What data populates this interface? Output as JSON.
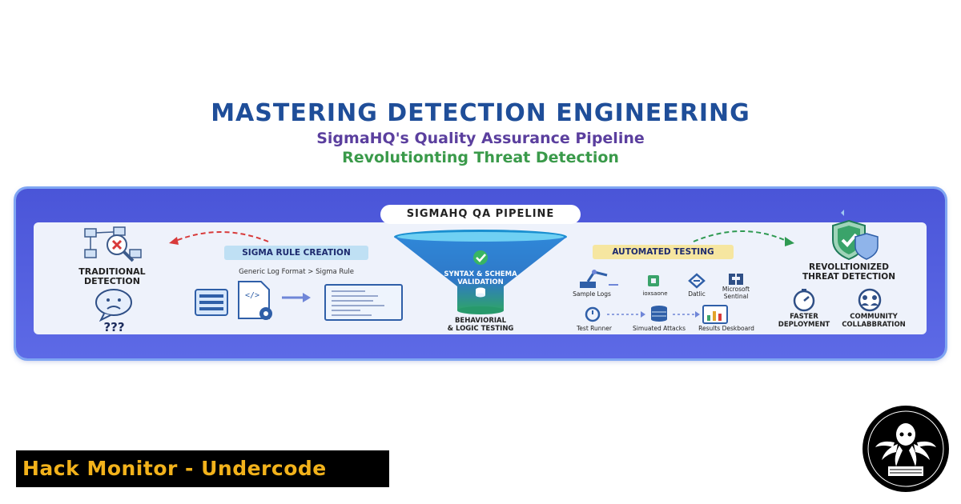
{
  "header": {
    "title": "MASTERING DETECTION ENGINEERING",
    "subtitle": "SigmaHQ's Quality Assurance Pipeline",
    "tagline": "Revolutionting Threat Detection"
  },
  "pipeline": {
    "label": "SIGMAHQ QA PIPELINE",
    "traditional": {
      "label_line1": "TRADITIONAL",
      "label_line2": "DETECTION",
      "question": "???"
    },
    "rule_creation": {
      "label": "SIGMA RULE CREATION",
      "caption": "Generic Log Format > Sigma Rule"
    },
    "funnel": {
      "label_line1": "SYNTAX & SCHEMA",
      "label_line2": "VALIDATION",
      "bottom_line1": "BEHAVIORIAL",
      "bottom_line2": "& LOGIC TESTING"
    },
    "testing": {
      "label": "AUTOMATED TESTING",
      "tools": [
        "Sample Logs",
        "ioxsaone",
        "Datlic",
        "Microsoft Sentinal"
      ],
      "steps": [
        "Test Runner",
        "Simuated Attacks",
        "Results Deskboard"
      ]
    },
    "result": {
      "label_line1": "REVOLLTIONIZED",
      "label_line2": "THREAT DETECTION",
      "benefits": [
        {
          "line1": "FASTER",
          "line2": "DEPLOYMENT"
        },
        {
          "line1": "COMMUNITY",
          "line2": "COLLABBRATION"
        }
      ]
    }
  },
  "footer": {
    "brand": "Hack Monitor - Undercode"
  },
  "colors": {
    "title": "#1f4e99",
    "subtitle": "#5b3f9e",
    "tagline": "#3a9a4a",
    "panel": "#4a55d8",
    "brand_text": "#f2b21b"
  }
}
